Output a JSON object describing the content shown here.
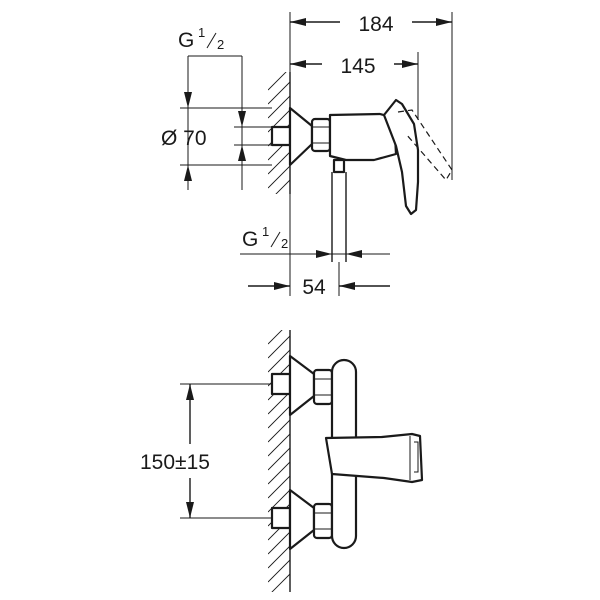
{
  "dimensions": {
    "total_depth": "184",
    "body_depth": "145",
    "connection_top": {
      "base": "G",
      "sup": "1",
      "sub": "2"
    },
    "diameter": "Ø 70",
    "connection_bottom": {
      "base": "G",
      "sup": "1",
      "sub": "2"
    },
    "outlet_offset": "54",
    "center_distance": "150±15"
  }
}
